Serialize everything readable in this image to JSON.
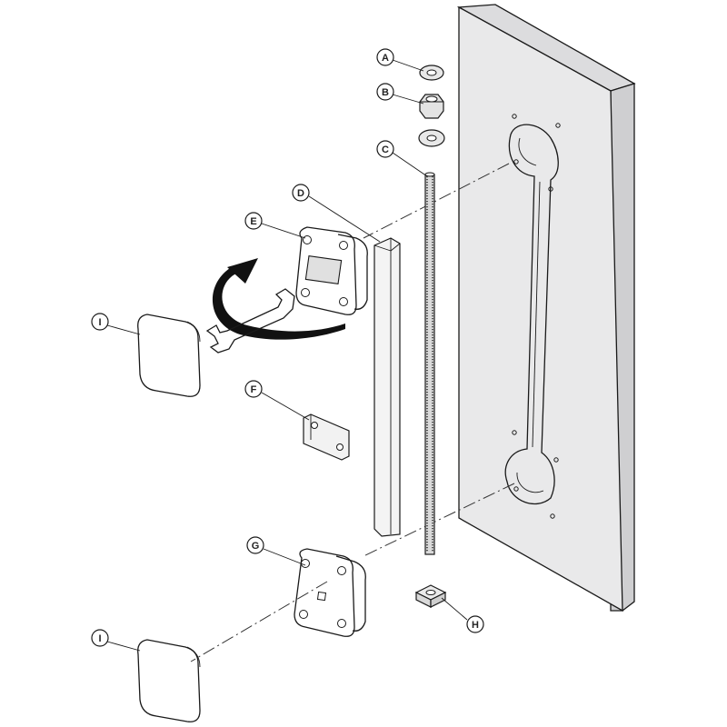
{
  "diagram": {
    "callouts": [
      {
        "id": "A",
        "label": "A"
      },
      {
        "id": "B",
        "label": "B"
      },
      {
        "id": "C",
        "label": "C"
      },
      {
        "id": "D",
        "label": "D"
      },
      {
        "id": "E",
        "label": "E"
      },
      {
        "id": "F",
        "label": "F"
      },
      {
        "id": "G",
        "label": "G"
      },
      {
        "id": "H",
        "label": "H"
      },
      {
        "id": "I1",
        "label": "I"
      },
      {
        "id": "I2",
        "label": "I"
      }
    ],
    "colors": {
      "panel_front": "#e9e9ea",
      "panel_side": "#cfcfd1",
      "part_fill": "#f4f4f4",
      "outline": "#1a1a1a"
    }
  }
}
